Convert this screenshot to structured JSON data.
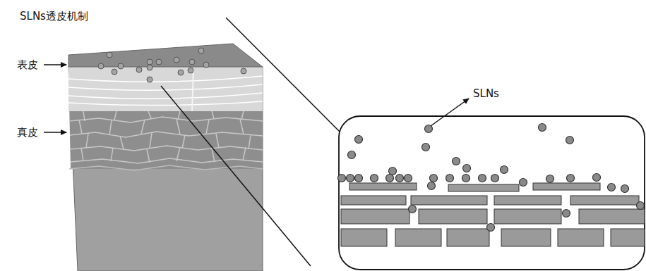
{
  "diagram": {
    "title": "SLNs透皮机制",
    "labels": [
      "表皮",
      "真皮",
      "SLNs"
    ]
  }
}
